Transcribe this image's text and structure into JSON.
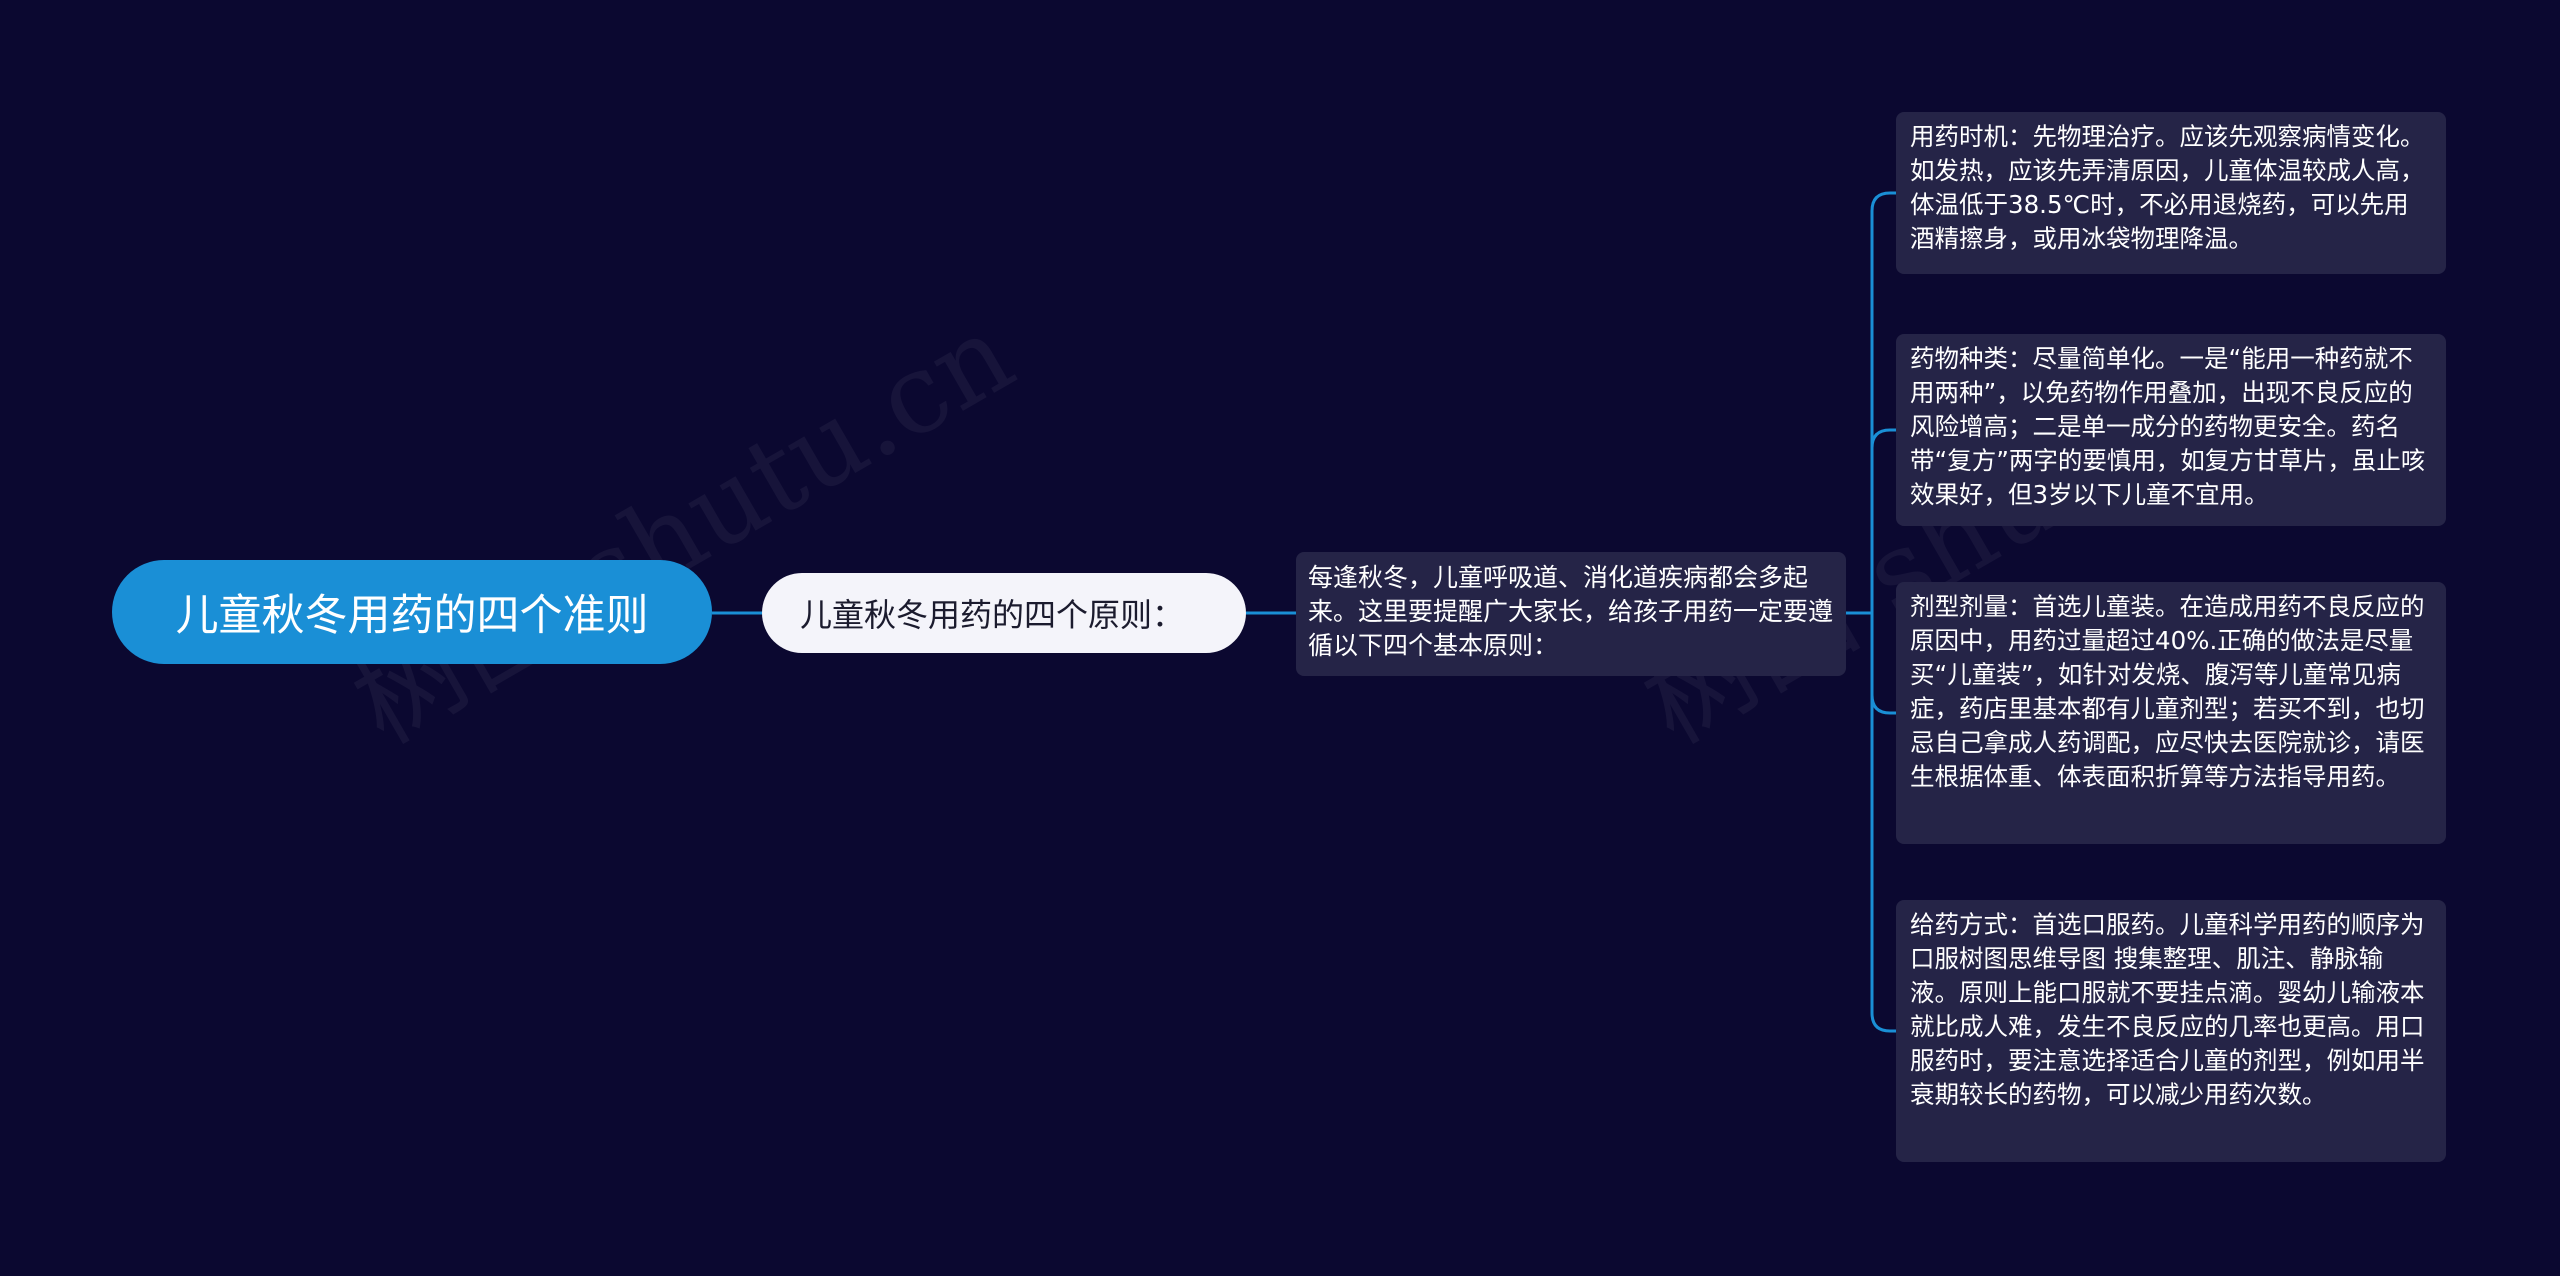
{
  "watermarks": [
    "树图 shutu.cn",
    "树图 shutu.cn"
  ],
  "root": {
    "label": "儿童秋冬用药的四个准则",
    "color": "#1a8fd6"
  },
  "level1": {
    "label": "儿童秋冬用药的四个原则："
  },
  "level2": {
    "label": "每逢秋冬，儿童呼吸道、消化道疾病都会多起来。这里要提醒广大家长，给孩子用药一定要遵循以下四个基本原则："
  },
  "leaves": [
    {
      "label": "用药时机：先物理治疗。应该先观察病情变化。如发热，应该先弄清原因，儿童体温较成人高，体温低于38.5℃时，不必用退烧药，可以先用酒精擦身，或用冰袋物理降温。"
    },
    {
      "label": "药物种类：尽量简单化。一是“能用一种药就不用两种”，以免药物作用叠加，出现不良反应的风险增高；二是单一成分的药物更安全。药名带“复方”两字的要慎用，如复方甘草片，虽止咳效果好，但3岁以下儿童不宜用。"
    },
    {
      "label": "剂型剂量：首选儿童装。在造成用药不良反应的原因中，用药过量超过40%.正确的做法是尽量买“儿童装”，如针对发烧、腹泻等儿童常见病症，药店里基本都有儿童剂型；若买不到，也切忌自己拿成人药调配，应尽快去医院就诊，请医生根据体重、体表面积折算等方法指导用药。"
    },
    {
      "label": "给药方式：首选口服药。儿童科学用药的顺序为口服树图思维导图 搜集整理、肌注、静脉输液。原则上能口服就不要挂点滴。婴幼儿输液本就比成人难，发生不良反应的几率也更高。用口服药时，要注意选择适合儿童的剂型，例如用半衰期较长的药物，可以减少用药次数。"
    }
  ],
  "colors": {
    "background": "#0b0830",
    "connector": "#1a8fd6",
    "card": "#252447"
  }
}
